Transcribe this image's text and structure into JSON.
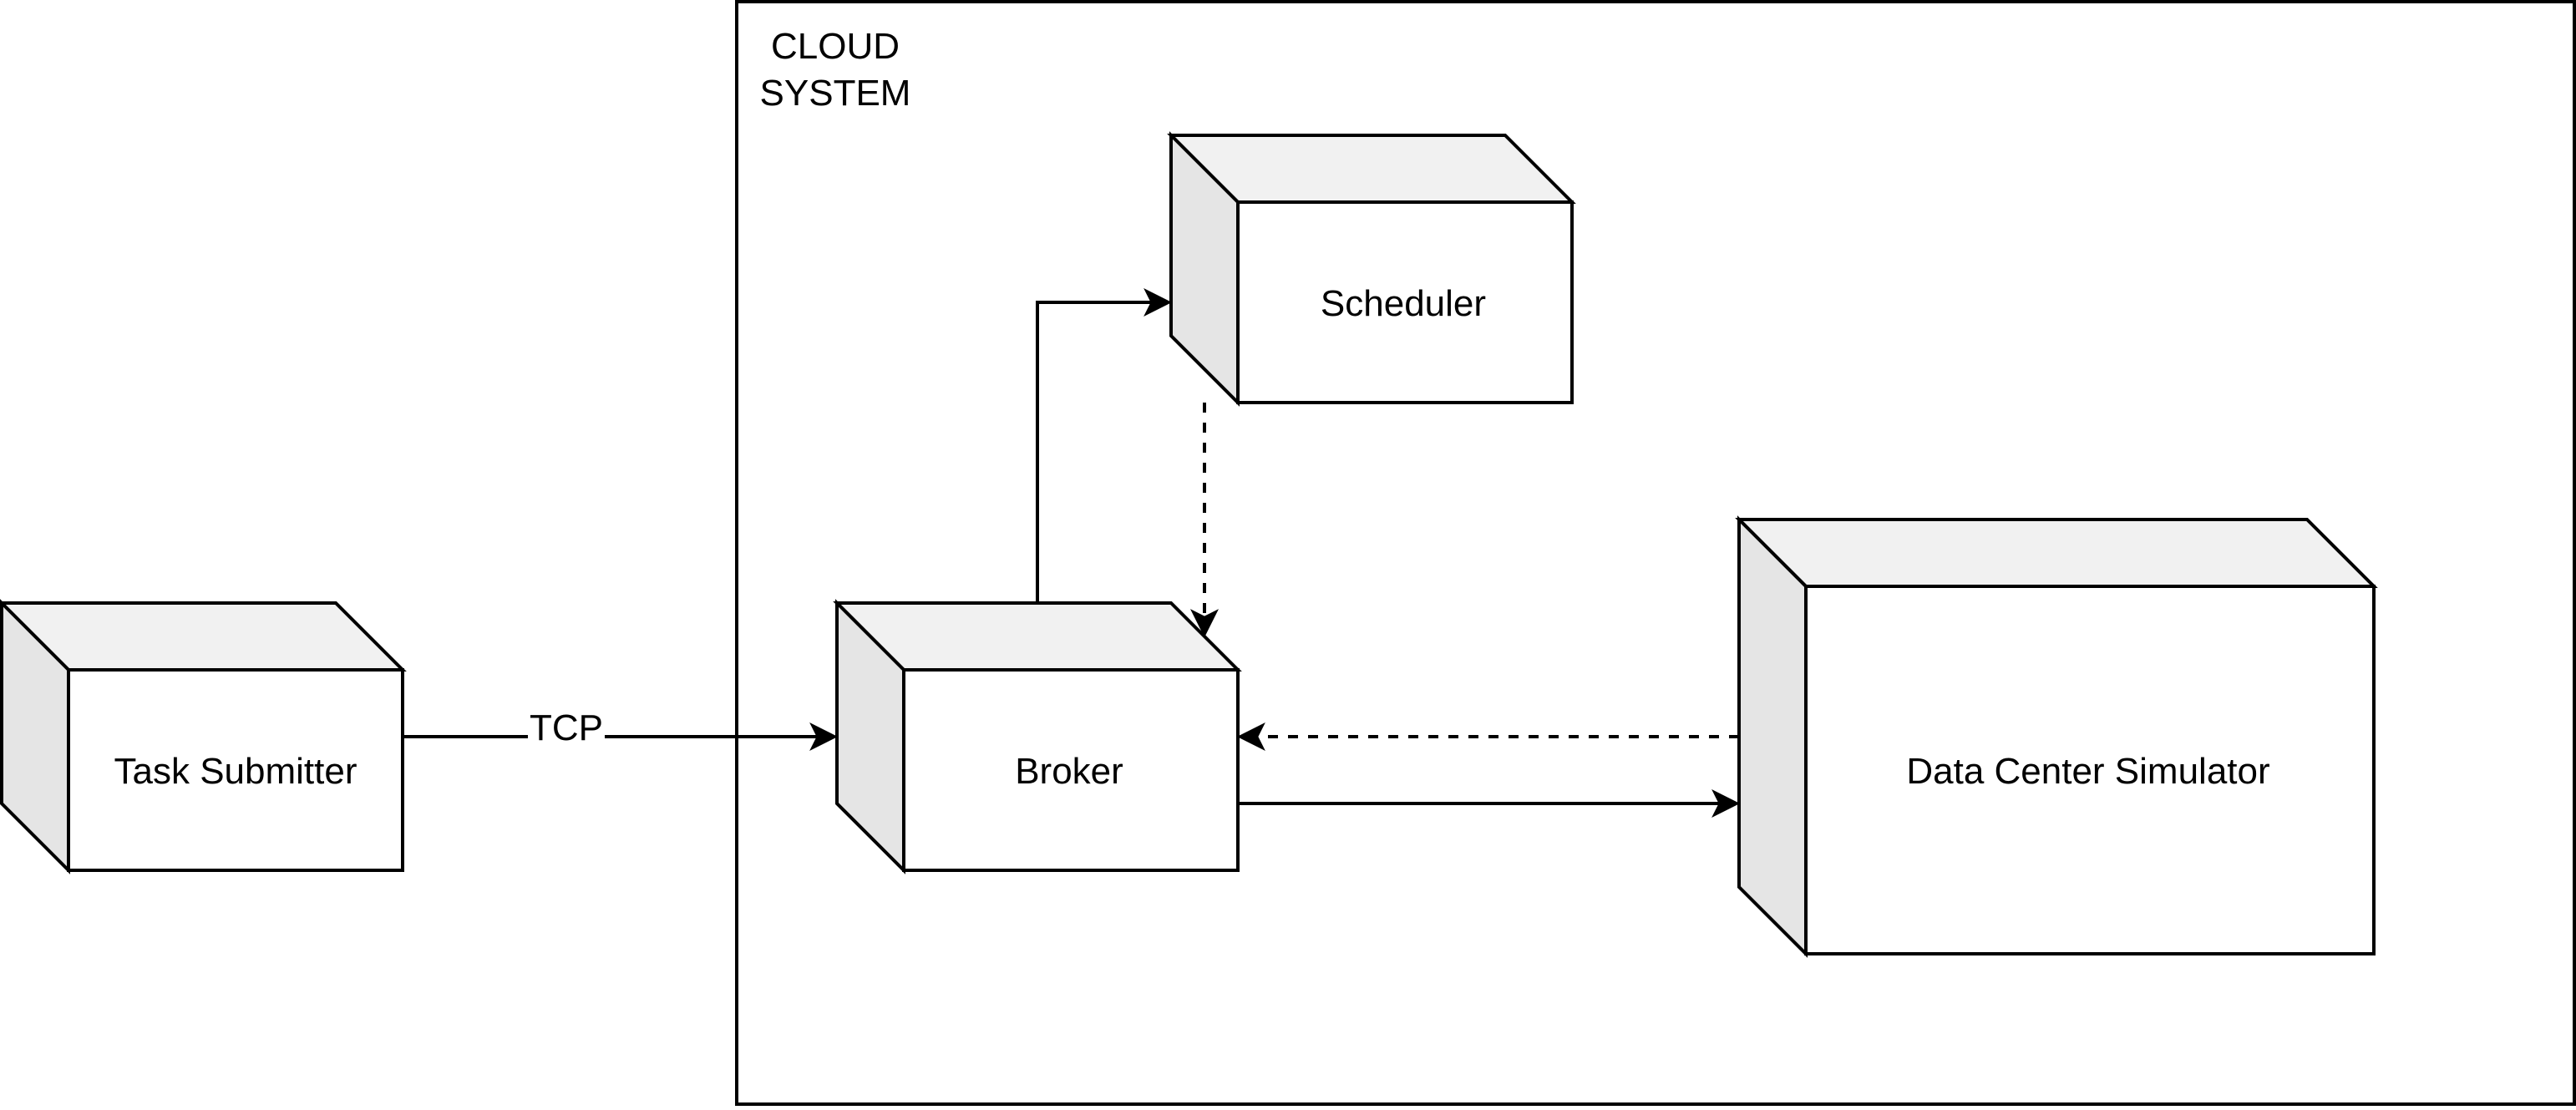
{
  "diagram": {
    "group": {
      "label_line1": "CLOUD",
      "label_line2": "SYSTEM"
    },
    "nodes": {
      "task_submitter": {
        "label": "Task Submitter"
      },
      "broker": {
        "label": "Broker"
      },
      "scheduler": {
        "label": "Scheduler"
      },
      "data_center_simulator": {
        "label": "Data Center Simulator"
      }
    },
    "edges": [
      {
        "from": "Task Submitter",
        "to": "Broker",
        "style": "solid",
        "label": "TCP"
      },
      {
        "from": "Broker",
        "to": "Scheduler",
        "style": "solid"
      },
      {
        "from": "Scheduler",
        "to": "Broker",
        "style": "dashed"
      },
      {
        "from": "Data Center Simulator",
        "to": "Broker",
        "style": "dashed"
      },
      {
        "from": "Broker",
        "to": "Data Center Simulator",
        "style": "solid"
      }
    ],
    "colors": {
      "stroke": "#000000",
      "box_front": "#ffffff",
      "box_top": "#f1f1f1",
      "box_side": "#e5e5e5"
    }
  }
}
